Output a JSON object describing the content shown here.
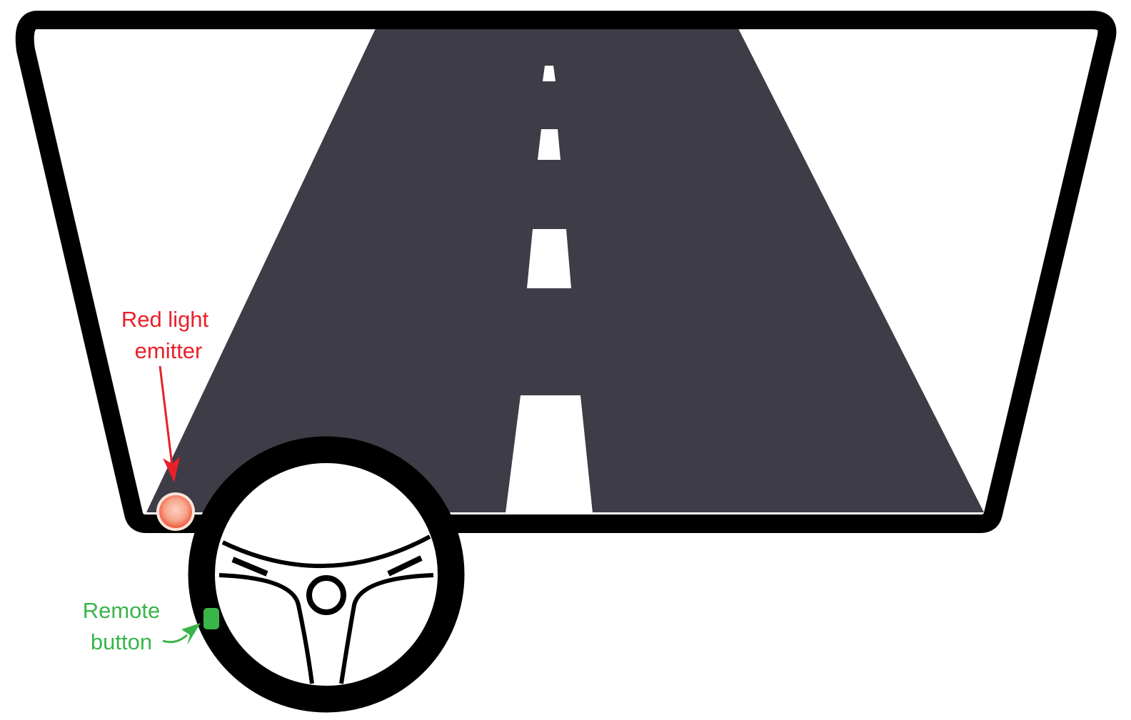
{
  "labels": {
    "red_light": {
      "line1": "Red light",
      "line2": "emitter",
      "color": "#e8202a"
    },
    "remote_button": {
      "line1": "Remote",
      "line2": "button",
      "color": "#39b54a"
    }
  },
  "colors": {
    "road": "#3e3c46",
    "frame": "#000000",
    "lane_marking": "#ffffff",
    "emitter_fill": "#f7a58a",
    "emitter_glow": "#ef5a3c",
    "button_fill": "#39b54a",
    "background": "#ffffff"
  },
  "icons": {
    "emitter": "red-light-emitter-icon",
    "button": "remote-button-icon",
    "steering_wheel": "steering-wheel-icon"
  }
}
